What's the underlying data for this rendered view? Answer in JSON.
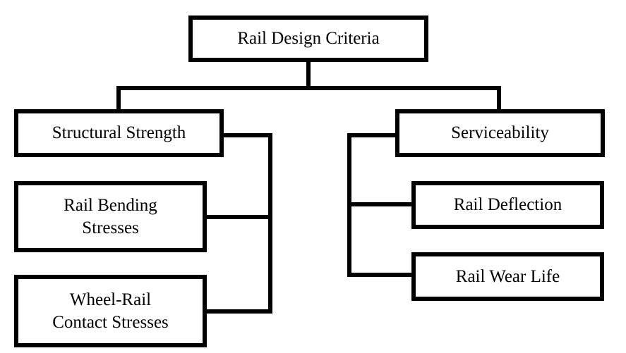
{
  "diagram": {
    "root": {
      "label": "Rail Design Criteria"
    },
    "branches": [
      {
        "label": "Structural Strength",
        "children": [
          {
            "label": "Rail Bending Stresses"
          },
          {
            "label": "Wheel-Rail Contact Stresses"
          }
        ]
      },
      {
        "label": "Serviceability",
        "children": [
          {
            "label": "Rail Deflection"
          },
          {
            "label": "Rail Wear Life"
          }
        ]
      }
    ],
    "colors": {
      "line": "#000000",
      "box_border": "#000000",
      "background": "#ffffff",
      "text": "#000000"
    }
  }
}
